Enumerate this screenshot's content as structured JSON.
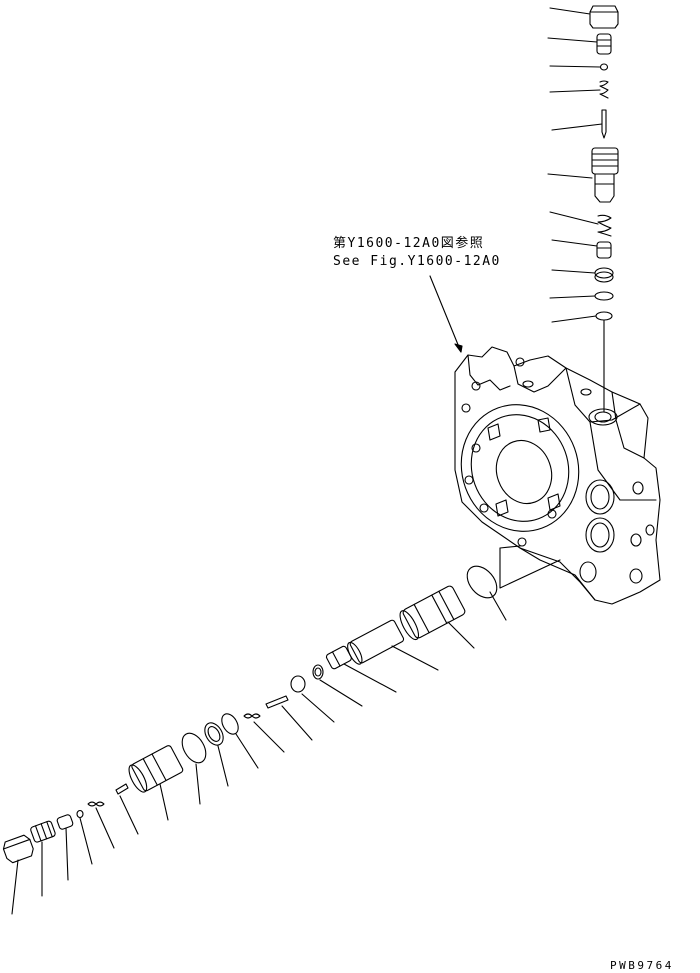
{
  "reference": {
    "jp": "第Y1600-12A0図参照",
    "en": "See Fig.Y1600-12A0"
  },
  "drawing_code": "PWB9764"
}
